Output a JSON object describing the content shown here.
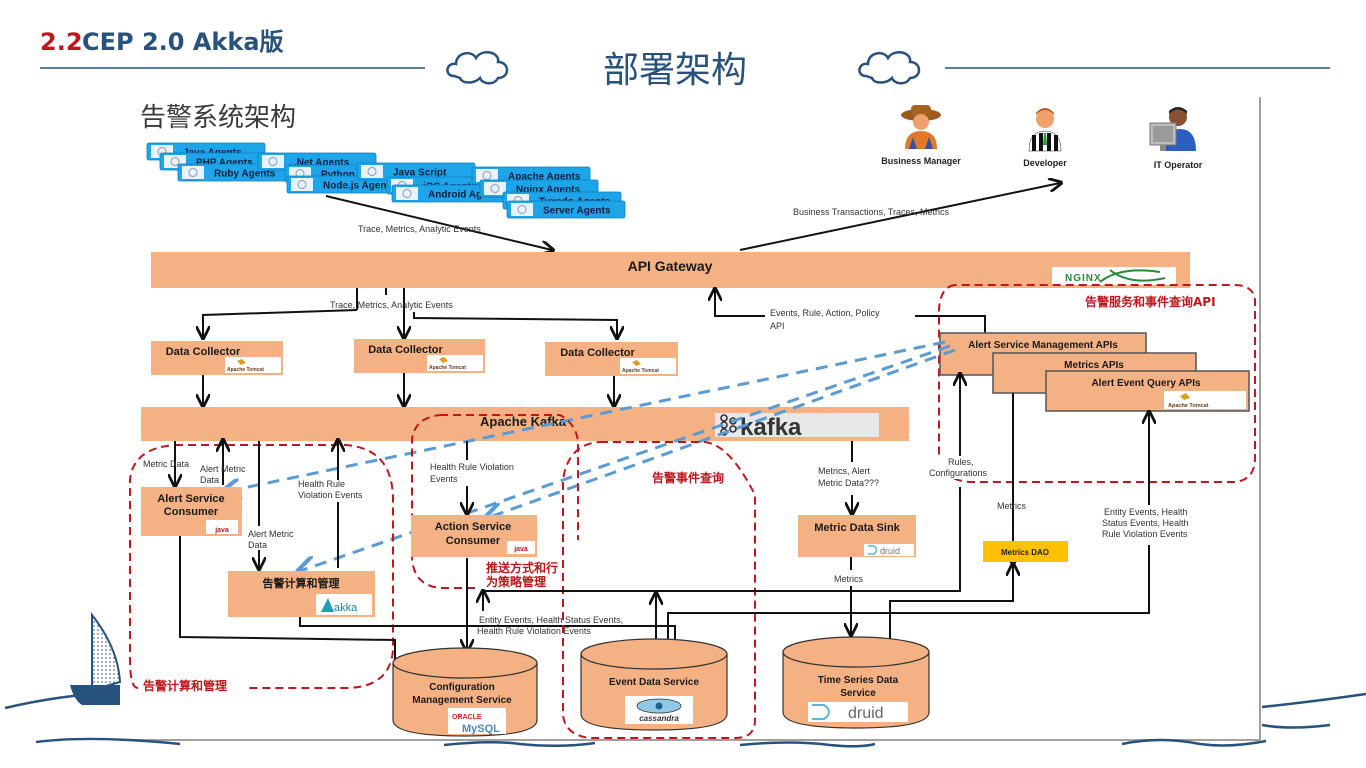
{
  "slide": {
    "section_number": "2.2",
    "section_title": "CEP 2.0 Akka版",
    "center_title": "部署架构"
  },
  "diagram": {
    "title": "告警系统架构",
    "agents": [
      "Java Agents",
      "PHP Agents",
      "Ruby Agents",
      ".Net Agents",
      "Python Agents",
      "Node.js Agents",
      "Java Script",
      "iOS Agents",
      "Android Agents",
      "Apache Agents",
      "Nginx Agents",
      "Tuxedo Agents",
      "Server Agents"
    ],
    "personas": [
      {
        "label": "Business Manager",
        "icon": "cowboy-user-icon"
      },
      {
        "label": "Developer",
        "icon": "referee-user-icon"
      },
      {
        "label": "IT Operator",
        "icon": "operator-user-icon"
      }
    ],
    "edges": {
      "agents_to_gateway": "Trace, Metrics, Analytic Events",
      "gateway_to_users": "Business Transactions, Traces, Metrics",
      "gateway_to_collectors": "Trace, Metrics, Analytic Events",
      "apis_to_gateway_line1": "Events, Rule, Action, Policy",
      "apis_to_gateway_line2": "API",
      "metric_data": "Metric Data",
      "alert_metric_data_1a": "Alert Metric",
      "alert_metric_data_1b": "Data",
      "alert_metric_data_2a": "Alert Metric",
      "alert_metric_data_2b": "Data",
      "health_rule_1a": "Health Rule",
      "health_rule_1b": "Violation Events",
      "health_rule_2a": "Health Rule Violation",
      "health_rule_2b": "Events",
      "metrics_alert_a": "Metrics, Alert",
      "metrics_alert_b": "Metric Data???",
      "metrics_sink_out": "Metrics",
      "rules_a": "Rules,",
      "rules_b": "Configurations",
      "metrics_dao_in": "Metrics",
      "entity_events_right_a": "Entity Events, Health",
      "entity_events_right_b": "Status Events, Health",
      "entity_events_right_c": "Rule Violation Events",
      "entity_events_mid_a": "Entity Events, Health Status Events,",
      "entity_events_mid_b": "Health Rule Violation Events"
    },
    "components": {
      "api_gateway": "API Gateway",
      "nginx_logo": "NGINX",
      "data_collector": "Data Collector",
      "tomcat_logo": "Apache Tomcat",
      "kafka_bar": "Apache Kafka",
      "kafka_logo": "kafka",
      "alert_api_1": "Alert Service Management APIs",
      "alert_api_2": "Metrics APIs",
      "alert_api_3": "Alert Event Query APIs",
      "alert_service_consumer_a": "Alert Service",
      "alert_service_consumer_b": "Consumer",
      "java_logo": "java",
      "alert_compute": "告警计算和管理",
      "akka_logo": "akka",
      "action_consumer_a": "Action Service",
      "action_consumer_b": "Consumer",
      "metric_sink": "Metric Data  Sink",
      "druid_logo": "druid",
      "metrics_dao": "Metrics DAO",
      "config_service_a": "Configuration",
      "config_service_b": "Management Service",
      "oracle_logo": "ORACLE",
      "mysql_logo": "MySQL",
      "event_service": "Event Data Service",
      "cassandra_logo": "cassandra",
      "ts_service_a": "Time Series Data",
      "ts_service_b": "Service"
    },
    "regions": {
      "api_region": "告警服务和事件查询API",
      "compute_region": "告警计算和管理",
      "push_region_a": "推送方式和行",
      "push_region_b": "为策略管理",
      "event_region": "告警事件查询"
    }
  },
  "colors": {
    "box_fill": "#f4b183",
    "agent_fill": "#1ea5e9",
    "dao_fill": "#ffc000",
    "region_red": "#c0161c",
    "blue_dash": "#5b9bd5",
    "ink_blue": "#27527d"
  }
}
